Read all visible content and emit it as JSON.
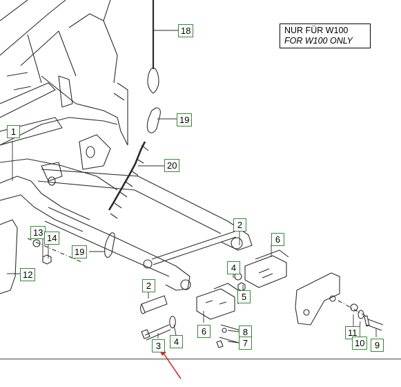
{
  "note": {
    "line1": "NUR FÜR W100",
    "line2": "FOR W100 ONLY"
  },
  "callouts": [
    {
      "id": "c18",
      "label": "18"
    },
    {
      "id": "c19a",
      "label": "19"
    },
    {
      "id": "c20",
      "label": "20"
    },
    {
      "id": "c1",
      "label": "1"
    },
    {
      "id": "c2a",
      "label": "2"
    },
    {
      "id": "c6a",
      "label": "6"
    },
    {
      "id": "c13",
      "label": "13"
    },
    {
      "id": "c14",
      "label": "14"
    },
    {
      "id": "c12",
      "label": "12"
    },
    {
      "id": "c19b",
      "label": "19"
    },
    {
      "id": "c4a",
      "label": "4"
    },
    {
      "id": "c5",
      "label": "5"
    },
    {
      "id": "c2b",
      "label": "2"
    },
    {
      "id": "c6b",
      "label": "6"
    },
    {
      "id": "c8",
      "label": "8"
    },
    {
      "id": "c7",
      "label": "7"
    },
    {
      "id": "c3",
      "label": "3"
    },
    {
      "id": "c4b",
      "label": "4"
    },
    {
      "id": "c11",
      "label": "11"
    },
    {
      "id": "c10",
      "label": "10"
    },
    {
      "id": "c9",
      "label": "9"
    }
  ],
  "colors": {
    "callout_border": "#2f8a2f",
    "arrow": "#d62a2a",
    "line": "#2b2b2b"
  }
}
